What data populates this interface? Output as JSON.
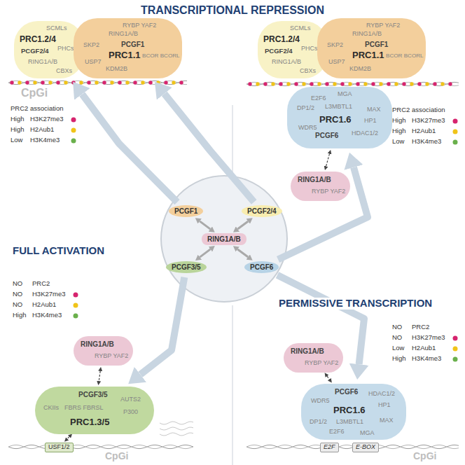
{
  "diagram": {
    "title": "TRANSCRIPTIONAL REPRESSION",
    "nodes": [
      {
        "text": [
          "PRC1.2/4",
          "SCMLs",
          "PCGF2/4",
          "PHCs",
          "RING1A/B",
          "CBXs"
        ]
      },
      {
        "text": [
          "RYBP YAF2",
          "RING1A/B",
          "PCGF1",
          "PRC1.1",
          "SKP2",
          "USP7",
          "BCOR BCORL",
          "KDM2B"
        ]
      },
      {
        "text": [
          "PRC1.2/4",
          "SCMLs",
          "PCGF2/4",
          "PHCs",
          "RING1A/B",
          "CBXs"
        ]
      },
      {
        "text": [
          "RYBP YAF2",
          "RING1A/B",
          "PCGF1",
          "PRC1.1",
          "SKP2",
          "USP7",
          "BCOR BCORL",
          "KDM2B"
        ]
      },
      {
        "text": [
          "MGA",
          "E2F6",
          "DP1/2",
          "L3MBTL1",
          "MAX",
          "PRC1.6",
          "HP1",
          "WDR5",
          "HDAC1/2",
          "PCGF6"
        ]
      },
      {
        "text": [
          "RING1A/B",
          "RYBP YAF2"
        ]
      },
      {
        "text": [
          "PCGF1"
        ]
      },
      {
        "text": [
          "PCGF2/4"
        ]
      },
      {
        "text": [
          "RING1A/B"
        ]
      },
      {
        "text": [
          "PCGF3/5"
        ]
      },
      {
        "text": [
          "PCGF6"
        ]
      },
      {
        "text": [
          "RING1A/B",
          "RYBP YAF2"
        ]
      },
      {
        "text": [
          "PCGF3/5",
          "AUTS2",
          "CKIIs",
          "FBRS FBRSL",
          "P300",
          "PRC1.3/5"
        ]
      },
      {
        "text": [
          "USF1/2"
        ]
      },
      {
        "text": [
          "RING1A/B",
          "RYBP YAF2"
        ]
      },
      {
        "text": [
          "PCGF6",
          "HDAC1/2",
          "WDR5",
          "HP1",
          "DP1/2",
          "L3MBTL1",
          "MAX",
          "PRC1.6",
          "E2F6",
          "MGA"
        ]
      },
      {
        "text": [
          "E2F"
        ]
      },
      {
        "text": [
          "E-BOX"
        ]
      }
    ],
    "edges": [
      {
        "from": 8,
        "to": 6,
        "arrow": "both"
      },
      {
        "from": 8,
        "to": 7,
        "arrow": "both"
      },
      {
        "from": 8,
        "to": 9,
        "arrow": "both"
      },
      {
        "from": 8,
        "to": 10,
        "arrow": "both"
      },
      {
        "from": 6,
        "to": 0,
        "arrow": "to"
      },
      {
        "from": 7,
        "to": 1,
        "arrow": "to"
      },
      {
        "from": 10,
        "to": 4,
        "arrow": "to"
      },
      {
        "from": 10,
        "to": 15,
        "arrow": "to"
      },
      {
        "from": 9,
        "to": 12,
        "arrow": "to"
      },
      {
        "from": 4,
        "to": 5,
        "arrow": "both"
      },
      {
        "from": 11,
        "to": 12,
        "arrow": "both"
      },
      {
        "from": 12,
        "to": 13,
        "arrow": "both"
      },
      {
        "from": 14,
        "to": 15,
        "arrow": "both"
      }
    ],
    "labels": [
      "FULL ACTIVATION",
      "PERMISSIVE TRANSCRIPTION",
      "PRC2 association",
      "High",
      "H3K27me3",
      "High",
      "H2Aub1",
      "Low",
      "H3K4me3",
      "PRC2 association",
      "High",
      "H3K27me3",
      "High",
      "H2Aub1",
      "Low",
      "H3K4me3",
      "NO",
      "PRC2",
      "NO",
      "H3K27me3",
      "NO",
      "H2Aub1",
      "High",
      "H3K4me3",
      "NO",
      "PRC2",
      "NO",
      "H3K27me3",
      "Low",
      "H2Aub1",
      "High",
      "H3K4me3",
      "CpGi",
      "CpGi",
      "CpGi"
    ]
  }
}
